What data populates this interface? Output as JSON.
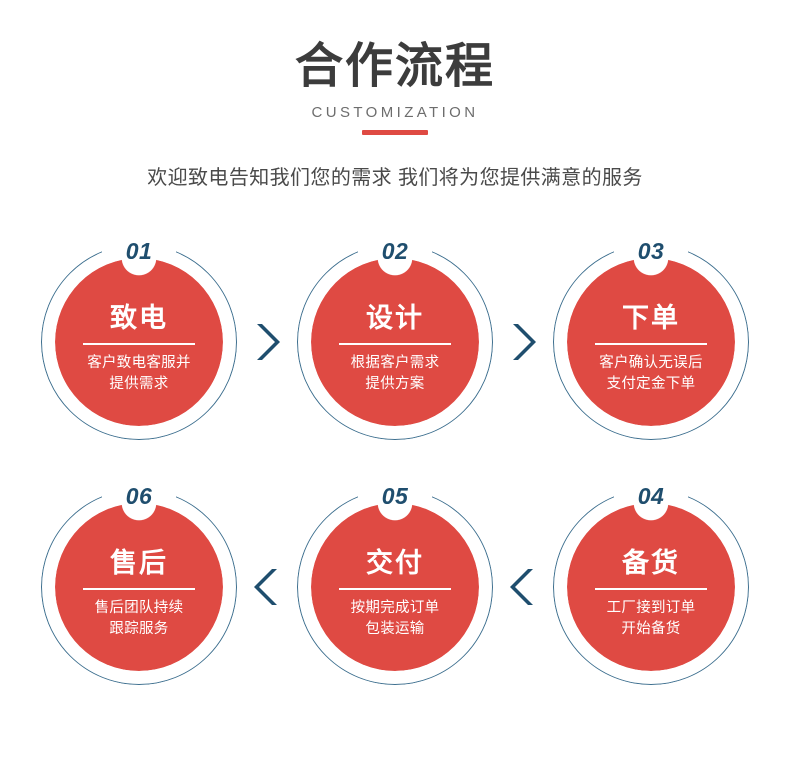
{
  "header": {
    "title": "合作流程",
    "subtitle_en": "CUSTOMIZATION",
    "tagline": "欢迎致电告知我们您的需求 我们将为您提供满意的服务"
  },
  "colors": {
    "accent_red": "#df4a43",
    "ring_blue": "#3c6e8e",
    "number_navy": "#1f4e6e",
    "title_gray": "#3c3c3c",
    "tagline_gray": "#4a4a4a",
    "background": "#ffffff"
  },
  "flow": {
    "top_row_direction": "left-to-right",
    "bottom_row_direction": "right-to-left",
    "connector_icon": "chevron-right-icon",
    "steps_top": [
      {
        "number": "01",
        "heading": "致电",
        "desc_line1": "客户致电客服并",
        "desc_line2": "提供需求"
      },
      {
        "number": "02",
        "heading": "设计",
        "desc_line1": "根据客户需求",
        "desc_line2": "提供方案"
      },
      {
        "number": "03",
        "heading": "下单",
        "desc_line1": "客户确认无误后",
        "desc_line2": "支付定金下单"
      }
    ],
    "steps_bottom": [
      {
        "number": "04",
        "heading": "备货",
        "desc_line1": "工厂接到订单",
        "desc_line2": "开始备货"
      },
      {
        "number": "05",
        "heading": "交付",
        "desc_line1": "按期完成订单",
        "desc_line2": "包装运输"
      },
      {
        "number": "06",
        "heading": "售后",
        "desc_line1": "售后团队持续",
        "desc_line2": "跟踪服务"
      }
    ]
  }
}
